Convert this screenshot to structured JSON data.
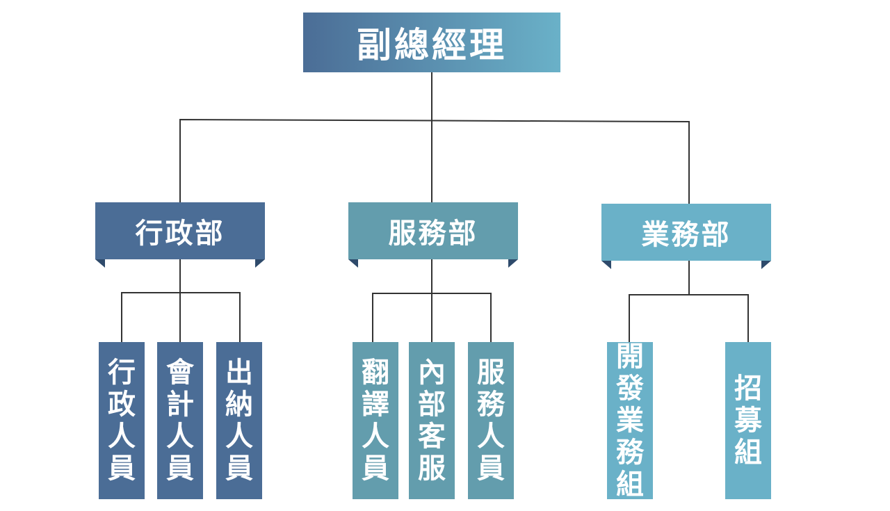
{
  "root": {
    "label": "副總經理"
  },
  "colors": {
    "dark_blue": "#4b6d96",
    "teal": "#639dad",
    "light_blue": "#6ab1c8",
    "line": "#333333"
  },
  "departments": [
    {
      "label": "行政部",
      "children": [
        "行政人員",
        "會計人員",
        "出納人員"
      ]
    },
    {
      "label": "服務部",
      "children": [
        "翻譯人員",
        "內部客服",
        "服務人員"
      ]
    },
    {
      "label": "業務部",
      "children": [
        "開發業務組",
        "招募組"
      ]
    }
  ]
}
